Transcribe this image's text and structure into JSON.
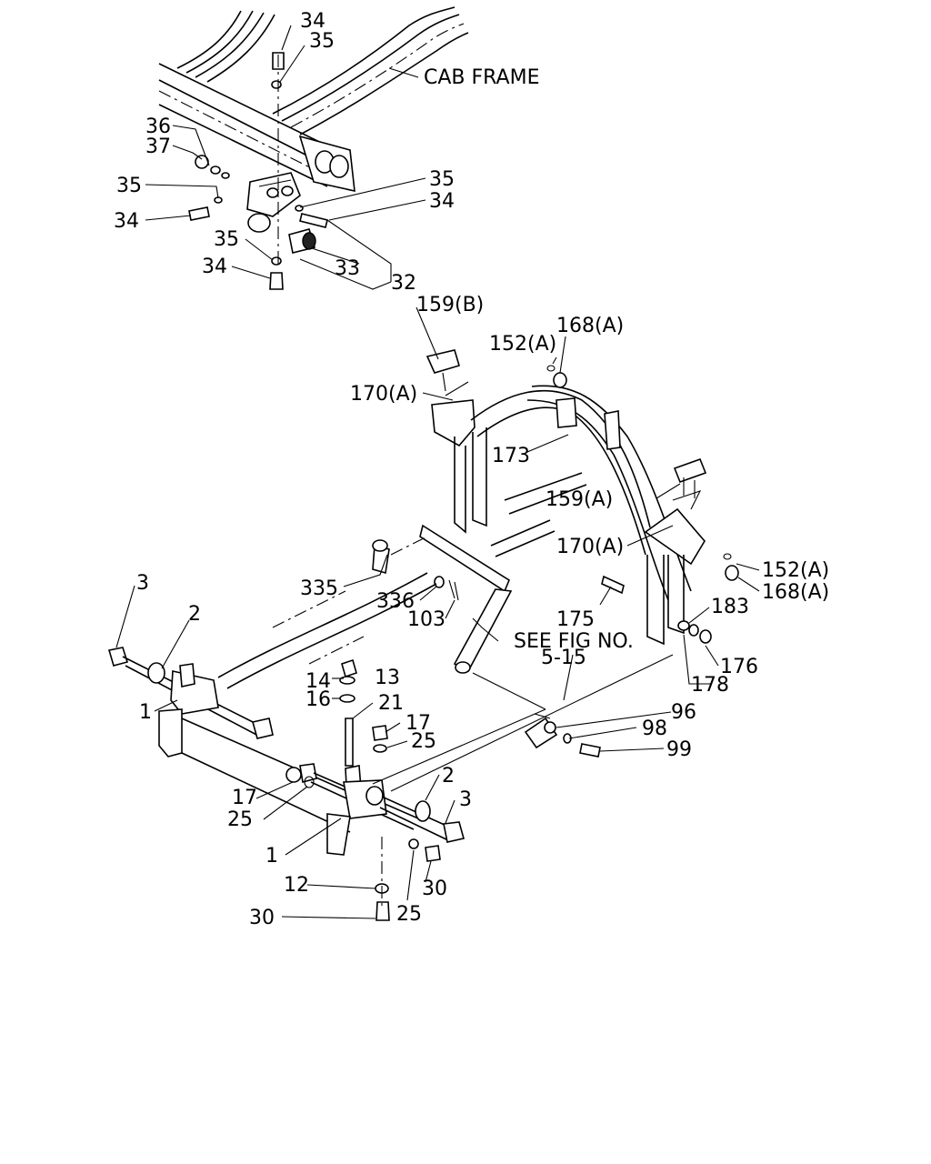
{
  "labels": {
    "cab_frame": "CAB FRAME",
    "see_fig_1": "SEE FIG NO.",
    "see_fig_2": "5-15",
    "n34a": "34",
    "n35a": "35",
    "n36": "36",
    "n37": "37",
    "n35b": "35",
    "n34b": "34",
    "n35c": "35",
    "n34c": "34",
    "n35d": "35",
    "n34d": "34",
    "n33": "33",
    "n32": "32",
    "n159b": "159(B)",
    "n152a1": "152(A)",
    "n168a1": "168(A)",
    "n170a1": "170(A)",
    "n173": "173",
    "n159a": "159(A)",
    "n170a2": "170(A)",
    "n152a2": "152(A)",
    "n168a2": "168(A)",
    "n175": "175",
    "n183": "183",
    "n176": "176",
    "n178": "178",
    "n335": "335",
    "n336": "336",
    "n103": "103",
    "n3a": "3",
    "n2a": "2",
    "n1a": "1",
    "n13": "13",
    "n14": "14",
    "n16": "16",
    "n21": "21",
    "n17a": "17",
    "n25a": "25",
    "n17b": "17",
    "n25b": "25",
    "n96": "96",
    "n98": "98",
    "n99": "99",
    "n2b": "2",
    "n3b": "3",
    "n1b": "1",
    "n12": "12",
    "n30a": "30",
    "n30b": "30",
    "n25c": "25"
  }
}
